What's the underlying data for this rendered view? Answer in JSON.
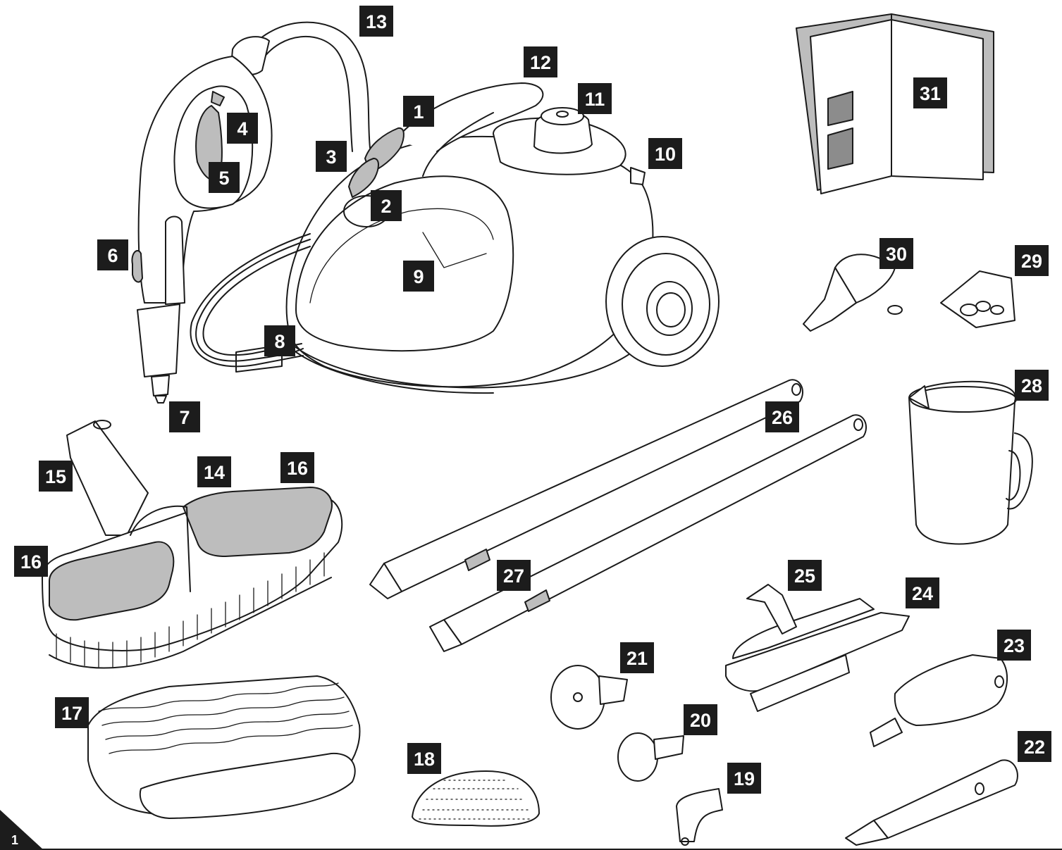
{
  "figure": {
    "number": "1"
  },
  "labels": {
    "l1": "1",
    "l2": "2",
    "l3": "3",
    "l4": "4",
    "l5": "5",
    "l6": "6",
    "l7": "7",
    "l8": "8",
    "l9": "9",
    "l10": "10",
    "l11": "11",
    "l12": "12",
    "l13": "13",
    "l14": "14",
    "l15": "15",
    "l16a": "16",
    "l16b": "16",
    "l17": "17",
    "l18": "18",
    "l19": "19",
    "l20": "20",
    "l21": "21",
    "l22": "22",
    "l23": "23",
    "l24": "24",
    "l25": "25",
    "l26": "26",
    "l27": "27",
    "l28": "28",
    "l29": "29",
    "l30": "30",
    "l31": "31"
  },
  "colors": {
    "label_bg": "#1c1c1c",
    "label_text": "#ffffff",
    "accent_gray": "#bdbdbd",
    "line": "#1a1a1a"
  }
}
